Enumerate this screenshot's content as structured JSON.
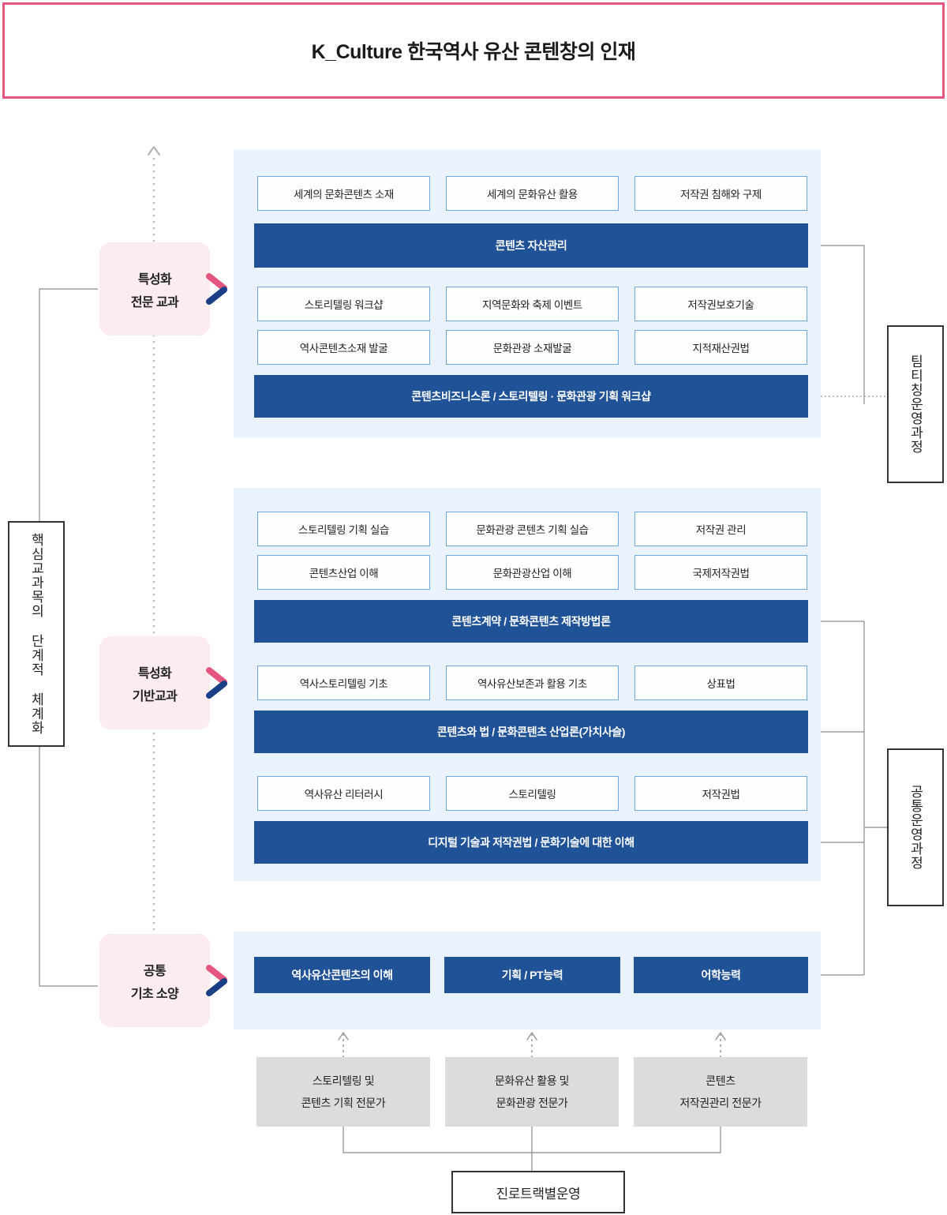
{
  "header": {
    "title": "K_Culture 한국역사 유산 콘텐창의 인재"
  },
  "stages": [
    {
      "name": "stage-specialized-major",
      "line1": "특성화",
      "line2": "전문 교과"
    },
    {
      "name": "stage-specialized-base",
      "line1": "특성화",
      "line2": "기반교과"
    },
    {
      "name": "stage-common-basic",
      "line1": "공통",
      "line2": "기초 소양"
    }
  ],
  "side_boxes": {
    "core_curriculum": "핵심교과목의 단계적 체계화",
    "team_teaching": "팀티칭운영과정",
    "common_operation": "공통운영과정"
  },
  "panel1": {
    "row1": [
      "세계의 문화콘텐츠 소재",
      "세계의 문화유산 활용",
      "저작권 침해와 구제"
    ],
    "bar1": "콘텐츠 자산관리",
    "row2": [
      "스토리텔링 워크샵",
      "지역문화와 축제 이벤트",
      "저작권보호기술"
    ],
    "row3": [
      "역사콘텐츠소재 발굴",
      "문화관광 소재발굴",
      "지적재산권법"
    ],
    "bar2": "콘텐츠비즈니스론 / 스토리텔링 · 문화관광 기획 워크샵"
  },
  "panel2": {
    "row1": [
      "스토리텔링 기획 실습",
      "문화관광 콘텐츠 기획 실습",
      "저작권 관리"
    ],
    "row2": [
      "콘텐츠산업 이해",
      "문화관광산업 이해",
      "국제저작권법"
    ],
    "bar1": "콘텐츠계약 / 문화콘텐츠 제작방법론",
    "row3": [
      "역사스토리텔링 기초",
      "역사유산보존과 활용 기초",
      "상표법"
    ],
    "bar2": "콘텐츠와 법 / 문화콘텐츠 산업론(가치사슬)",
    "row4": [
      "역사유산 리터러시",
      "스토리텔링",
      "저작권법"
    ],
    "bar3": "디지털 기술과 저작권법 / 문화기술에 대한 이해"
  },
  "panel3": {
    "bars": [
      "역사유산콘텐츠의 이해",
      "기획 / PT능력",
      "어학능력"
    ]
  },
  "tracks": [
    {
      "line1": "스토리텔링 및",
      "line2": "콘텐츠 기획 전문가"
    },
    {
      "line1": "문화유산 활용 및",
      "line2": "문화관광 전문가"
    },
    {
      "line1": "콘텐츠",
      "line2": "저작권관리 전문가"
    }
  ],
  "final": {
    "label": "진로트랙별운영"
  },
  "colors": {
    "accent_pink": "#e4567e",
    "accent_blue": "#1f5296",
    "panel_bg": "#eaf2fd",
    "stage_bg": "#fcecef",
    "track_bg": "#dcdcdc",
    "course_border": "#6ea8e0"
  }
}
